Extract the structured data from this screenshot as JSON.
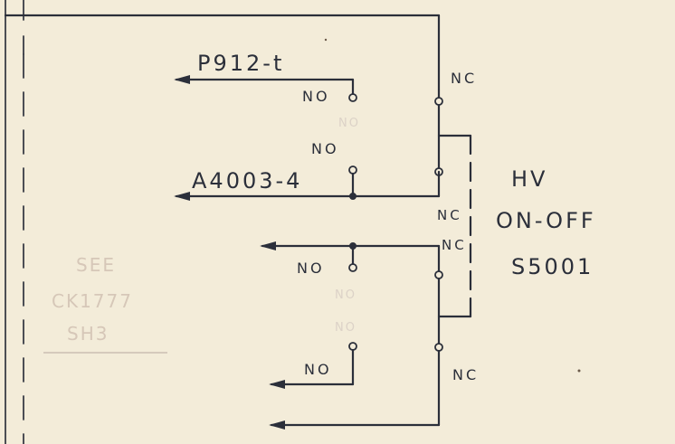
{
  "diagram": {
    "labels": {
      "p912": "P912-t",
      "a4003": "A4003-4",
      "hv": "HV",
      "onoff": "ON-OFF",
      "s5001": "S5001",
      "no_top": "NO",
      "no_mid": "NO",
      "no_lower": "NO",
      "no_bottom": "NO",
      "nc_top": "NC",
      "nc_mid": "NC",
      "nc_lower": "NC",
      "nc_bottom": "NC"
    },
    "faint_labels": {
      "no_a": "NO",
      "no_b": "NO",
      "no_c": "NO"
    },
    "note": {
      "line1": "SEE",
      "line2": "CK1777",
      "line3": "SH3"
    }
  },
  "colors": {
    "paper": "#f3ecd9",
    "ink": "#2b2f3a",
    "faint": "#d6c7b8"
  }
}
